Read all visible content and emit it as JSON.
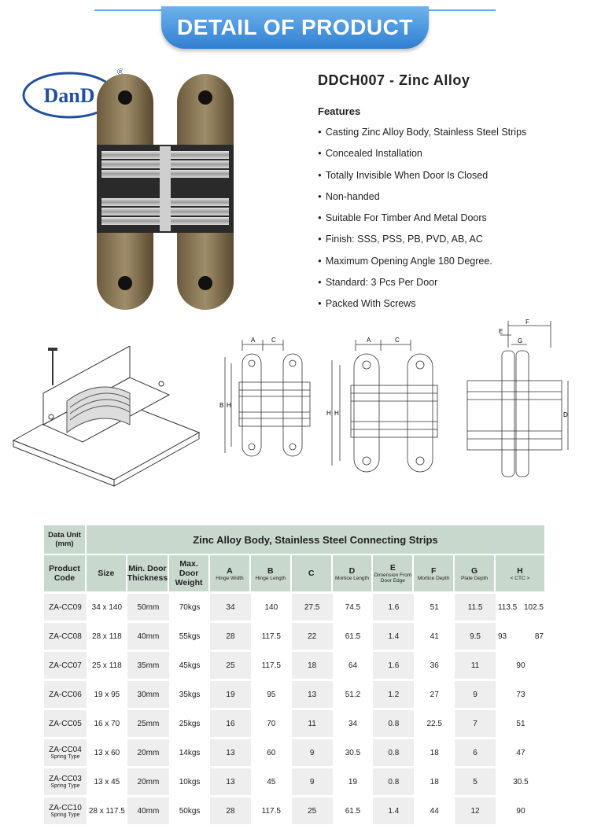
{
  "banner": {
    "title": "DETAIL OF PRODUCT"
  },
  "logo": {
    "text": "DanD",
    "reg": "®"
  },
  "product": {
    "title": "DDCH007 - Zinc Alloy"
  },
  "features": {
    "heading": "Features",
    "items": [
      "Casting Zinc Alloy Body, Stainless Steel Strips",
      "Concealed Installation",
      "Totally Invisible When Door Is Closed",
      "Non-handed",
      "Suitable For Timber And Metal Doors",
      "Finish: SSS, PSS, PB, PVD, AB, AC",
      "Maximum Opening Angle 180 Degree.",
      "Standard: 3 Pcs Per Door",
      "Packed With Screws"
    ]
  },
  "drawings": {
    "dim_a": "A",
    "dim_c": "C",
    "dim_b": "B",
    "dim_h": "H",
    "dim_e": "E",
    "dim_f": "F",
    "dim_g": "G",
    "dim_d": "D"
  },
  "table": {
    "data_unit": "Data Unit (mm)",
    "caption": "Zinc Alloy Body, Stainless Steel Connecting Strips",
    "headers": {
      "code": "Product Code",
      "size": "Size",
      "thickness": "Min. Door Thickness",
      "weight": "Max. Door Weight",
      "a": "A",
      "a_sub": "Hinge Width",
      "b": "B",
      "b_sub": "Hinge Length",
      "c": "C",
      "d": "D",
      "d_sub": "Mortice Length",
      "e": "E",
      "e_sub": "Dimension From Door Edge",
      "f": "F",
      "f_sub": "Mortice Depth",
      "g": "G",
      "g_sub": "Plate Depth",
      "h": "H",
      "h_sub": "< CTC >"
    },
    "rows": [
      {
        "code": "ZA-CC09",
        "sub": "",
        "size": "34 x 140",
        "thick": "50mm",
        "weight": "70kgs",
        "a": "34",
        "b": "140",
        "c": "27.5",
        "d": "74.5",
        "e": "1.6",
        "f": "51",
        "g": "11.5",
        "h1": "113.5",
        "h2": "102.5"
      },
      {
        "code": "ZA-CC08",
        "sub": "",
        "size": "28 x 118",
        "thick": "40mm",
        "weight": "55kgs",
        "a": "28",
        "b": "117.5",
        "c": "22",
        "d": "61.5",
        "e": "1.4",
        "f": "41",
        "g": "9.5",
        "h1": "93",
        "h2": "87"
      },
      {
        "code": "ZA-CC07",
        "sub": "",
        "size": "25 x 118",
        "thick": "35mm",
        "weight": "45kgs",
        "a": "25",
        "b": "117.5",
        "c": "18",
        "d": "64",
        "e": "1.6",
        "f": "36",
        "g": "11",
        "h": "90"
      },
      {
        "code": "ZA-CC06",
        "sub": "",
        "size": "19 x 95",
        "thick": "30mm",
        "weight": "35kgs",
        "a": "19",
        "b": "95",
        "c": "13",
        "d": "51.2",
        "e": "1.2",
        "f": "27",
        "g": "9",
        "h": "73"
      },
      {
        "code": "ZA-CC05",
        "sub": "",
        "size": "16 x 70",
        "thick": "25mm",
        "weight": "25kgs",
        "a": "16",
        "b": "70",
        "c": "11",
        "d": "34",
        "e": "0.8",
        "f": "22.5",
        "g": "7",
        "h": "51"
      },
      {
        "code": "ZA-CC04",
        "sub": "Spring Type",
        "size": "13 x 60",
        "thick": "20mm",
        "weight": "14kgs",
        "a": "13",
        "b": "60",
        "c": "9",
        "d": "30.5",
        "e": "0.8",
        "f": "18",
        "g": "6",
        "h": "47"
      },
      {
        "code": "ZA-CC03",
        "sub": "Spring Type",
        "size": "13 x 45",
        "thick": "20mm",
        "weight": "10kgs",
        "a": "13",
        "b": "45",
        "c": "9",
        "d": "19",
        "e": "0.8",
        "f": "18",
        "g": "5",
        "h": "30.5"
      },
      {
        "code": "ZA-CC10",
        "sub": "Spring Type",
        "size": "28 x 117.5",
        "thick": "40mm",
        "weight": "50kgs",
        "a": "28",
        "b": "117.5",
        "c": "25",
        "d": "61.5",
        "e": "1.4",
        "f": "44",
        "g": "12",
        "h": "90"
      }
    ]
  },
  "colors": {
    "banner": "#3f8fe0",
    "header_bg": "#c8d8cc",
    "row_bg": "#eeeeee",
    "logo_blue": "#1f4f9e"
  }
}
